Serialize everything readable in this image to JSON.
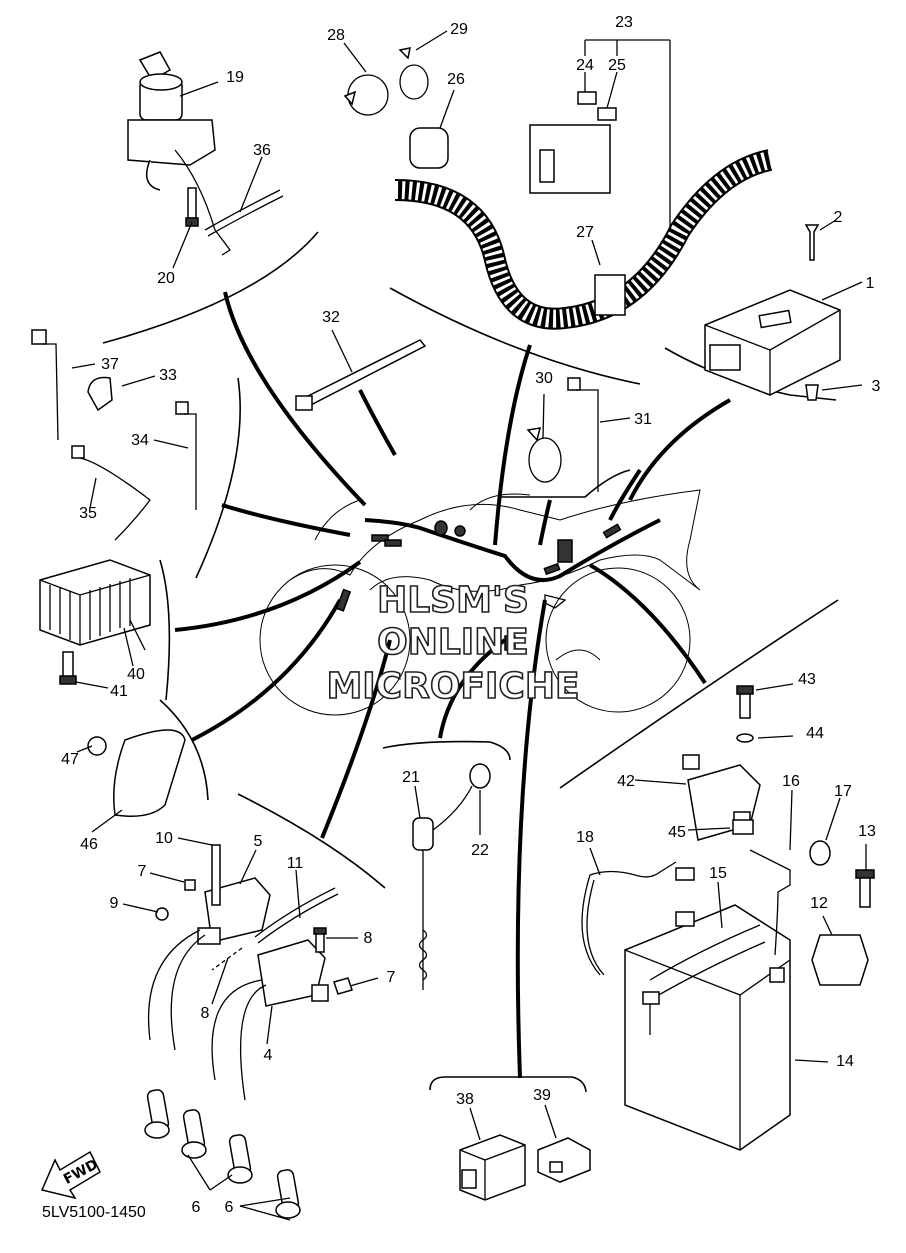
{
  "diagram": {
    "code": "5LV5100-1450",
    "fwd_label": "FWD",
    "watermark": [
      "HLSM'S",
      "ONLINE",
      "MICROFICHE"
    ],
    "callouts": [
      {
        "id": "c1",
        "text": "1"
      },
      {
        "id": "c2",
        "text": "2"
      },
      {
        "id": "c3",
        "text": "3"
      },
      {
        "id": "c4",
        "text": "4"
      },
      {
        "id": "c5",
        "text": "5"
      },
      {
        "id": "c6a",
        "text": "6"
      },
      {
        "id": "c6b",
        "text": "6"
      },
      {
        "id": "c7a",
        "text": "7"
      },
      {
        "id": "c7b",
        "text": "7"
      },
      {
        "id": "c8a",
        "text": "8"
      },
      {
        "id": "c8b",
        "text": "8"
      },
      {
        "id": "c9",
        "text": "9"
      },
      {
        "id": "c10",
        "text": "10"
      },
      {
        "id": "c11",
        "text": "11"
      },
      {
        "id": "c12",
        "text": "12"
      },
      {
        "id": "c13",
        "text": "13"
      },
      {
        "id": "c14",
        "text": "14"
      },
      {
        "id": "c15",
        "text": "15"
      },
      {
        "id": "c16",
        "text": "16"
      },
      {
        "id": "c17",
        "text": "17"
      },
      {
        "id": "c18",
        "text": "18"
      },
      {
        "id": "c19",
        "text": "19"
      },
      {
        "id": "c20",
        "text": "20"
      },
      {
        "id": "c21",
        "text": "21"
      },
      {
        "id": "c22",
        "text": "22"
      },
      {
        "id": "c23",
        "text": "23"
      },
      {
        "id": "c24",
        "text": "24"
      },
      {
        "id": "c25",
        "text": "25"
      },
      {
        "id": "c26",
        "text": "26"
      },
      {
        "id": "c27",
        "text": "27"
      },
      {
        "id": "c28",
        "text": "28"
      },
      {
        "id": "c29",
        "text": "29"
      },
      {
        "id": "c30",
        "text": "30"
      },
      {
        "id": "c31",
        "text": "31"
      },
      {
        "id": "c32",
        "text": "32"
      },
      {
        "id": "c33",
        "text": "33"
      },
      {
        "id": "c34",
        "text": "34"
      },
      {
        "id": "c35",
        "text": "35"
      },
      {
        "id": "c36",
        "text": "36"
      },
      {
        "id": "c37",
        "text": "37"
      },
      {
        "id": "c38",
        "text": "38"
      },
      {
        "id": "c39",
        "text": "39"
      },
      {
        "id": "c40",
        "text": "40"
      },
      {
        "id": "c41",
        "text": "41"
      },
      {
        "id": "c42",
        "text": "42"
      },
      {
        "id": "c43",
        "text": "43"
      },
      {
        "id": "c44",
        "text": "44"
      },
      {
        "id": "c45",
        "text": "45"
      },
      {
        "id": "c46",
        "text": "46"
      },
      {
        "id": "c47",
        "text": "47"
      }
    ]
  }
}
